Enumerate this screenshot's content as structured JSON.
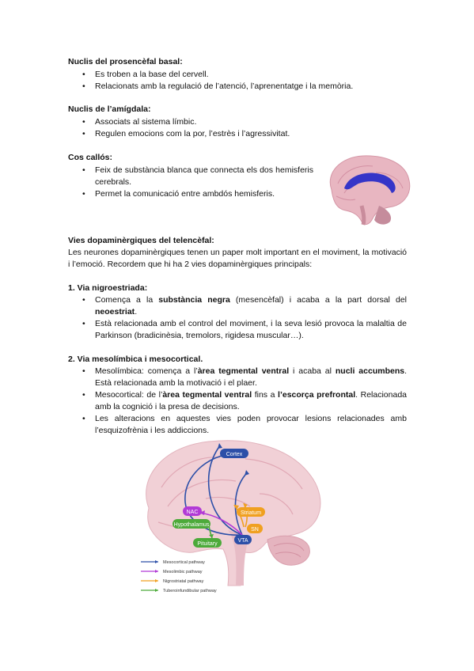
{
  "sections": {
    "basal": {
      "heading": "Nuclis del prosencèfal basal",
      "items": [
        "Es troben a la base del cervell.",
        "Relacionats amb la regulació de l’atenció, l’aprenentatge i la memòria."
      ]
    },
    "amigdala": {
      "heading": "Nuclis de l’amígdala",
      "items": [
        "Associats al sistema límbic.",
        "Regulen emocions com la por, l’estrès i l’agressivitat."
      ]
    },
    "callos": {
      "heading": "Cos callós",
      "items": [
        "Feix de substància blanca que connecta els dos hemisferis cerebrals.",
        "Permet la comunicació entre ambdós hemisferis."
      ]
    },
    "vies": {
      "heading": "Vies dopaminèrgiques del telencèfal:",
      "intro": "Les neurones dopaminèrgiques tenen un paper molt important en el moviment, la motivació i l’emoció. Recordem que hi ha 2 vies dopaminèrgiques principals:"
    },
    "nigro": {
      "heading": "1. Via nigroestriada",
      "item1": {
        "a": "Comença a la ",
        "b": "substància negra",
        "c": " (mesencèfal) i acaba a la part dorsal del ",
        "d": "neoestriat",
        "e": "."
      },
      "item2": "Està relacionada amb el control del moviment, i la seva lesió provoca la malaltia de Parkinson (bradicinèsia, tremolors, rigidesa muscular…)."
    },
    "meso": {
      "heading": "2. Via mesolímbica i mesocortical",
      "item1": {
        "a": "Mesolímbica: comença a l’",
        "b": "àrea tegmental ventral",
        "c": " i acaba al ",
        "d": "nucli accumbens",
        "e": ". Està relacionada amb la motivació i el plaer."
      },
      "item2": {
        "a": "Mesocortical: de l’",
        "b": "àrea tegmental ventral",
        "c": " fins a ",
        "d": "l’escorça prefrontal",
        "e": ". Relacionada amb la cognició i la presa de decisions."
      },
      "item3": "Les alteracions en aquestes vies poden provocar lesions relacionades amb l’esquizofrènia i les addiccions."
    }
  },
  "diagram": {
    "labels": {
      "cortex": "Cortex",
      "nac": "NAC",
      "striatum": "Striatum",
      "sn": "SN",
      "hypothalamus": "Hypothalamus",
      "vta": "VTA",
      "pituitary": "Pituitary"
    },
    "legend": [
      {
        "label": "Mesocortical pathway",
        "color": "#2c4fa8"
      },
      {
        "label": "Mesolimbic pathway",
        "color": "#b23ad6"
      },
      {
        "label": "Nigrostriatal pathway",
        "color": "#f0a020"
      },
      {
        "label": "Tuberoinfundibular pathway",
        "color": "#4caa3a"
      }
    ]
  }
}
